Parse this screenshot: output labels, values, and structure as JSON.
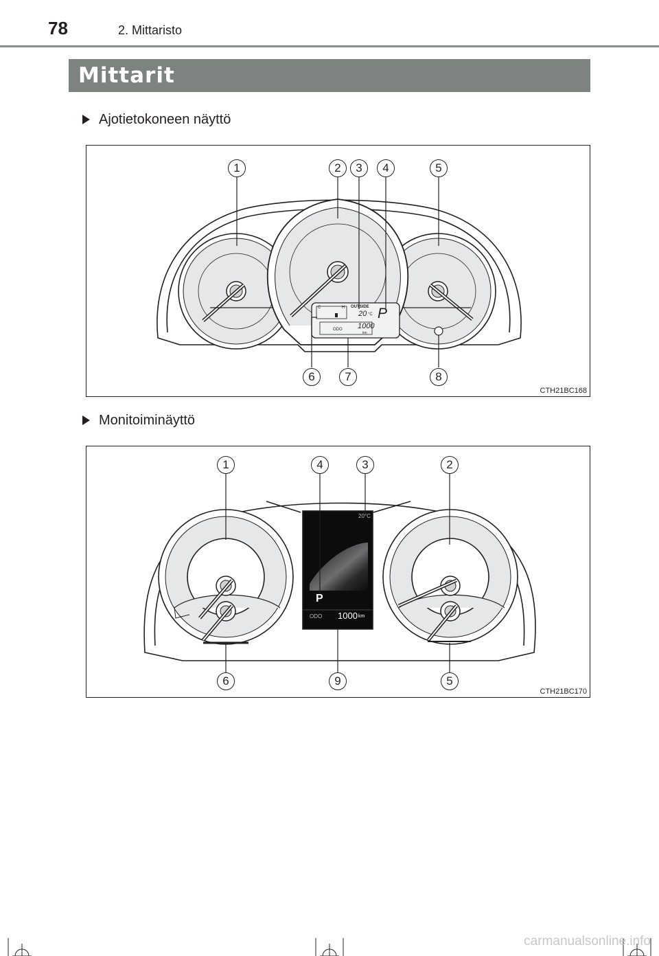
{
  "header": {
    "page_number": "78",
    "running_head": "2. Mittaristo"
  },
  "section": {
    "title": "Mittarit"
  },
  "figure1": {
    "heading": "Ajotietokoneen näyttö",
    "code": "CTH21BC168",
    "callouts": [
      "1",
      "2",
      "3",
      "4",
      "5",
      "6",
      "7",
      "8"
    ],
    "lcd": {
      "c": "C",
      "h": "H",
      "outside": "OUTSIDE",
      "temp": "20",
      "unit": "°C",
      "gear": "P",
      "odo": "ODO",
      "km_value": "1000",
      "km_unit": "km"
    }
  },
  "figure2": {
    "heading": "Monitoiminäyttö",
    "code": "CTH21BC170",
    "callouts": [
      "1",
      "4",
      "3",
      "2",
      "6",
      "9",
      "5"
    ],
    "display": {
      "temp": "20°C",
      "gear": "P",
      "odo": "ODO",
      "km_value": "1000",
      "km_unit": "km"
    }
  },
  "footer": {
    "watermark": "carmanualsonline.info"
  }
}
